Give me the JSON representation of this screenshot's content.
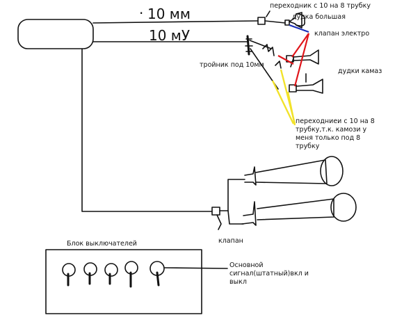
{
  "labels": {
    "tube_10mm": "10 мм",
    "tube_10mm_mark": "·",
    "tube_10mu": "10 мУ",
    "adapter_10_8": "переходник с 10 на 8 трубку",
    "horn_big": "дудка большая",
    "valve_electro": "клапан электро",
    "tee_10mm": "тройник под 10мм",
    "horns_kamaz": "дудки камаз",
    "adapters_note": [
      "переходниеи с 10 на 8",
      "трубку,т.к. камози у",
      "меня только под 8",
      "трубку"
    ],
    "valve": "клапан",
    "switch_block": "Блок выключателей",
    "main_signal": [
      "Основной",
      "сигнал(штатный)вкл и",
      "выкл"
    ]
  },
  "colors": {
    "line": "#111111",
    "blue_wire": "#1a2fb8",
    "red_wire": "#e0151a",
    "yellow_wire": "#f2e22a"
  }
}
